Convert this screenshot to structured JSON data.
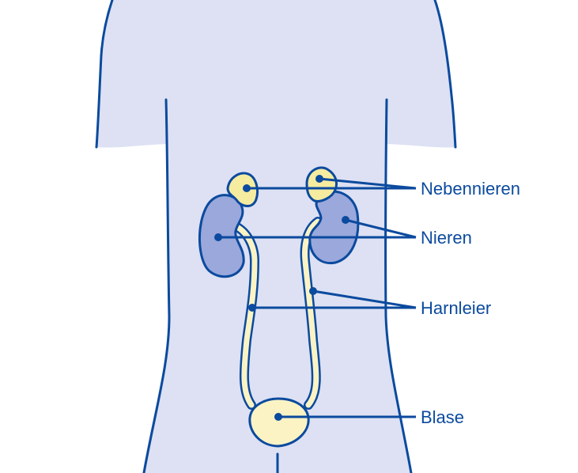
{
  "labels": {
    "adrenal": "Nebennieren",
    "kidneys": "Nieren",
    "ureters": "Harnleier",
    "bladder": "Blase"
  },
  "colors": {
    "outline": "#0b4a9e",
    "body_fill": "#dde1f3",
    "kidney_fill": "#9aa8dc",
    "adrenal_fill": "#f6eca0",
    "ureter_fill": "#fbf3c4",
    "label_text": "#0b4a9e"
  }
}
